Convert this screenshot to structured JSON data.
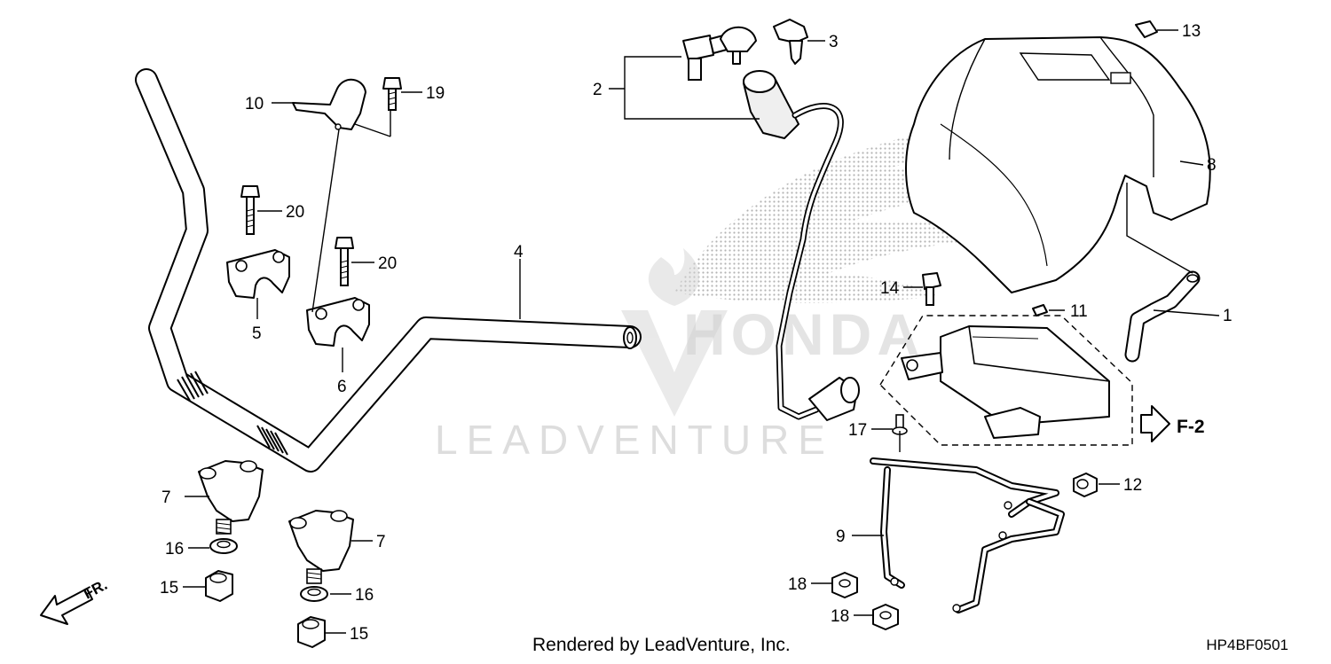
{
  "diagram": {
    "footer_credit": "Rendered by LeadVenture, Inc.",
    "diagram_code": "HP4BF0501",
    "watermark_text": "LEADVENTURE",
    "watermark_brand": "HONDA",
    "direction_label": "FR.",
    "reference_label": "F-2",
    "callouts": [
      "1",
      "2",
      "3",
      "4",
      "5",
      "6",
      "7",
      "7",
      "8",
      "9",
      "10",
      "11",
      "12",
      "13",
      "14",
      "15",
      "15",
      "16",
      "16",
      "17",
      "18",
      "18",
      "19",
      "20",
      "20"
    ]
  }
}
